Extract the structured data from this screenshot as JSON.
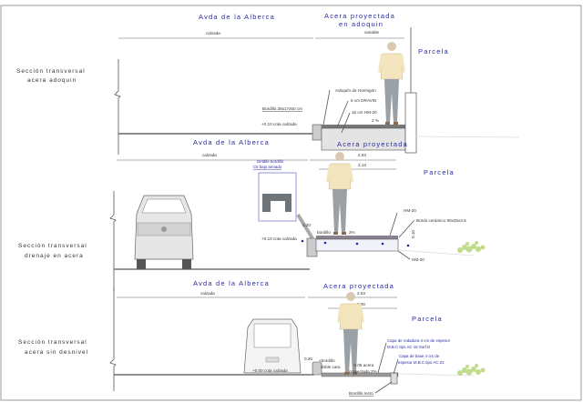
{
  "colors": {
    "title_blue": "#2a2aa8",
    "vegetation": "#b6d67a",
    "frame": "#999999"
  },
  "sections": [
    {
      "label": [
        "Sección transversal",
        "acera adoquin"
      ],
      "road_title": "Avda de la Alberca",
      "sidewalk_title": [
        "Acera proyectada",
        "en adoquin"
      ],
      "road_dim": "calzada",
      "sidewalk_dim": "variable",
      "parcel": "Parcela",
      "notes": {
        "adoquin": "Adoquín de Hormigón",
        "dravin": "6 cm DRAVIN",
        "hm": "15 cm HM-20",
        "slope": "2 %",
        "bordillo": "Bordillo 28x17x50 cm",
        "cota": "+0.10 cota calzada"
      }
    },
    {
      "label": [
        "Sección transversal",
        "drenaje en acera"
      ],
      "road_title": "Avda de la Alberca",
      "sidewalk_title": "Acera proyectada",
      "road_dim": "calzada",
      "sidewalk_dim": "2.53",
      "sidewalk_inner_dim": "2.13",
      "parcel": "Parcela",
      "detail": [
        "Detalle bordillo",
        "C5 bajo armado"
      ],
      "notes": {
        "hm_top": "HM-20",
        "bordo": "Bordo cerámico 90x25x3.5",
        "height": "0.10",
        "curb_width": "0.20",
        "cota": "+0.10 cota calzada",
        "bordillo": "bordillo",
        "slope": "2%",
        "hm_bottom": "HM-20"
      }
    },
    {
      "label": [
        "Sección transversal",
        "acera sin desnivel"
      ],
      "road_title": "Avda de la Alberca",
      "sidewalk_title": "Acera proyectada",
      "road_dim": "calzada",
      "sidewalk_dim": "2.53",
      "sidewalk_inner_dim": "2.00",
      "parcel": "Parcela",
      "notes": {
        "rodadura": [
          "Capa de rodadura 4 cm de espesor",
          "M.B.C tipo AC 16 Surf D"
        ],
        "base": [
          "Capa de base 4 cm de",
          "espesor M.B.C tipo AC 22"
        ],
        "curb_width": "0.20",
        "bordillo": [
          "+bordillo",
          "doble cara"
        ],
        "acera": [
          "-0.05 acera",
          "proyectada 2%"
        ],
        "cota": "+0.00 cota calzada",
        "bordillo_recto": "Bordillo recto"
      }
    }
  ]
}
